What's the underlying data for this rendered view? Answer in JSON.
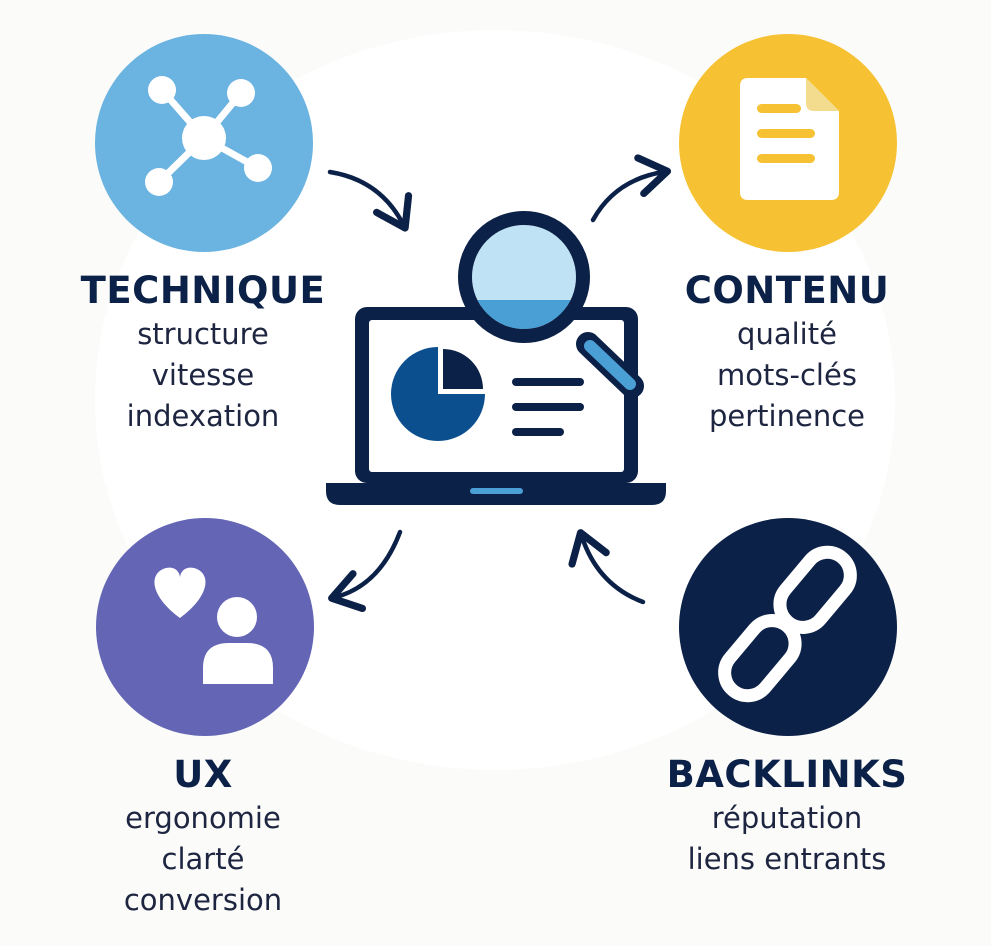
{
  "colors": {
    "technique": "#6bb3e0",
    "contenu": "#f6c233",
    "ux": "#6466b5",
    "backlinks": "#0c2147",
    "navy": "#0c2147",
    "laptop_screen": "#ffffff",
    "pie": "#0b4f8f",
    "lens": "#bfe3f5",
    "lens_fill": "#4a9fd4"
  },
  "icons": {
    "technique": "network-nodes-icon",
    "contenu": "document-icon",
    "ux": "heart-user-icon",
    "backlinks": "chain-link-icon",
    "center": "laptop-magnifier-icon"
  },
  "blocks": {
    "technique": {
      "title": "TECHNIQUE",
      "lines": [
        "structure",
        "vitesse",
        "indexation"
      ]
    },
    "contenu": {
      "title": "CONTENU",
      "lines": [
        "qualité",
        "mots-clés",
        "pertinence"
      ]
    },
    "ux": {
      "title": "UX",
      "lines": [
        "ergonomie",
        "clarté",
        "conversion"
      ]
    },
    "backlinks": {
      "title": "BACKLINKS",
      "lines": [
        "réputation",
        "liens entrants"
      ]
    }
  }
}
